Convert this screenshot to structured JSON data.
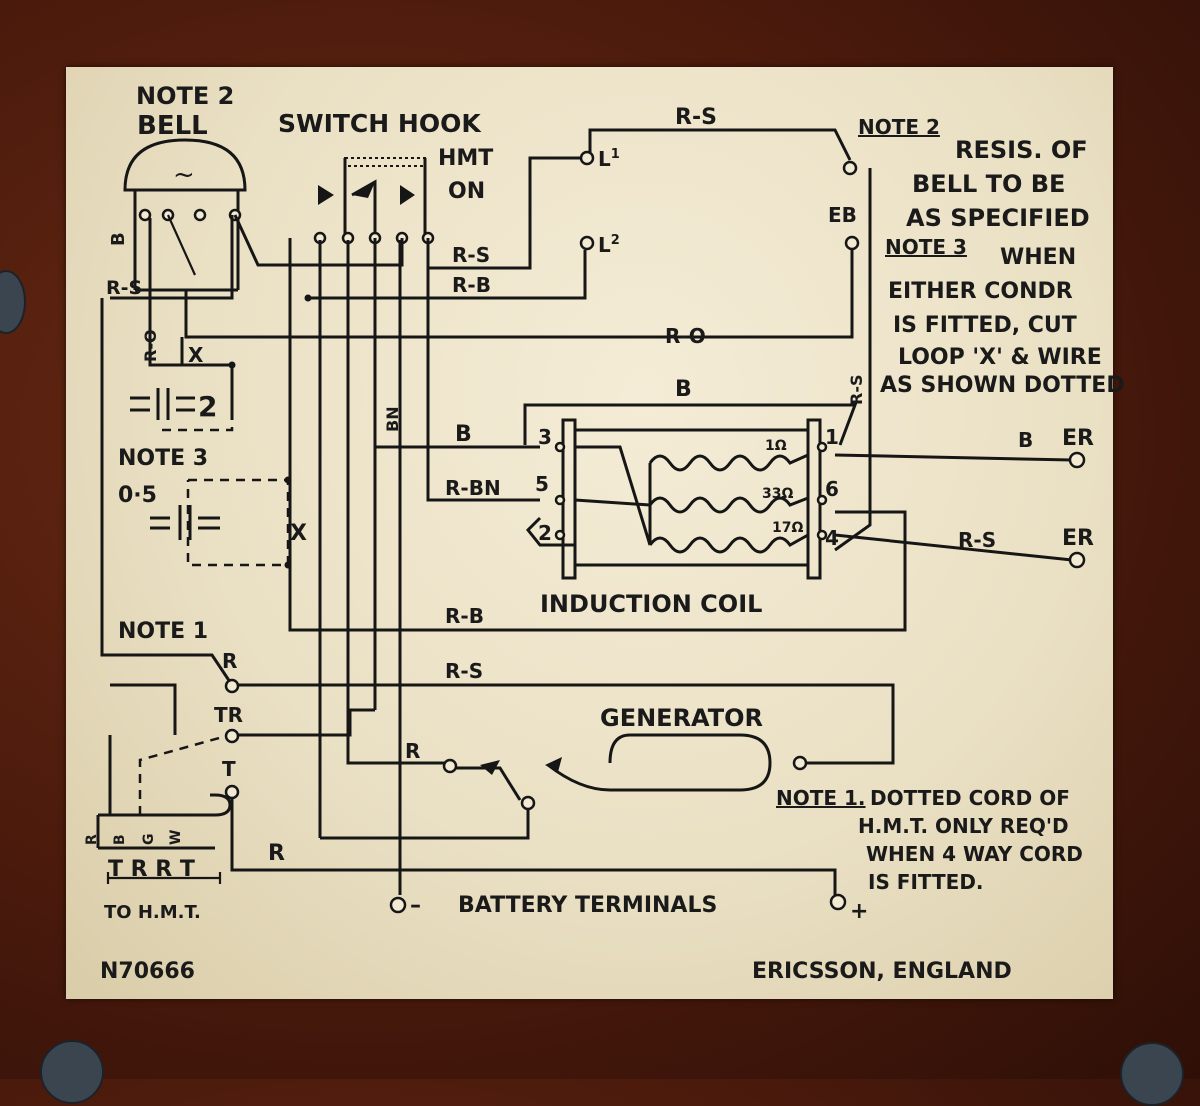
{
  "labels": {
    "note2_title": "NOTE 2",
    "bell": "BELL",
    "bell_b": "B",
    "switch_hook": "SWITCH HOOK",
    "hmt": "HMT",
    "on": "ON",
    "l1": "L",
    "l1_sup": "1",
    "l2": "L",
    "l2_sup": "2",
    "eb": "EB",
    "rs_top": "R-S",
    "rs_a": "R-S",
    "rb_a": "R-B",
    "rs_left": "R-S",
    "ro_vert": "R-O",
    "ro_mid": "R-O",
    "x_top": "X",
    "cap2": "2",
    "note3": "NOTE 3",
    "cap05": "0·5",
    "x_mid": "X",
    "bn": "BN",
    "b_top": "B",
    "b_left": "B",
    "rbn": "R-BN",
    "rs_vert": "R-S",
    "coil_1": "1",
    "coil_3": "3",
    "coil_5": "5",
    "coil_2": "2",
    "coil_6": "6",
    "coil_4": "4",
    "res_1": "1Ω",
    "res_33": "33Ω",
    "res_17": "17Ω",
    "er_top": "ER",
    "b_er": "B",
    "er_bottom": "ER",
    "rs_er": "R-S",
    "induction_coil": "INDUCTION COIL",
    "rb_low": "R-B",
    "note1": "NOTE 1",
    "r_term": "R",
    "rs_low": "R-S",
    "tr_term": "TR",
    "t_term": "T",
    "generator": "GENERATOR",
    "r_gen": "R",
    "r_bottom": "R",
    "cord_r": "R",
    "cord_b": "B",
    "cord_g": "G",
    "cord_w": "W",
    "trrt": "T R R T",
    "to_hmt": "TO H.M.T.",
    "minus": "–",
    "battery_terminals": "BATTERY TERMINALS",
    "plus": "+",
    "n_number": "N70666",
    "maker": "ERICSSON, ENGLAND"
  },
  "notes": {
    "note2_head": "NOTE 2",
    "note2_l1": "RESIS. OF",
    "note2_l2": "BELL TO BE",
    "note2_l3": "AS SPECIFIED",
    "note3_head": "NOTE 3",
    "note3_l1": "WHEN",
    "note3_l2": "EITHER CONDR",
    "note3_l3": "IS FITTED, CUT",
    "note3_l4": "LOOP 'X' & WIRE",
    "note3_l5": "AS SHOWN DOTTED",
    "note1_head": "NOTE 1.",
    "note1_l1": "DOTTED CORD OF",
    "note1_l2": "H.M.T. ONLY REQ'D",
    "note1_l3": "WHEN 4 WAY CORD",
    "note1_l4": "IS FITTED."
  },
  "colors": {
    "paper": "#eee5cc",
    "ink": "#161616",
    "wood": "#4a1a0c"
  }
}
